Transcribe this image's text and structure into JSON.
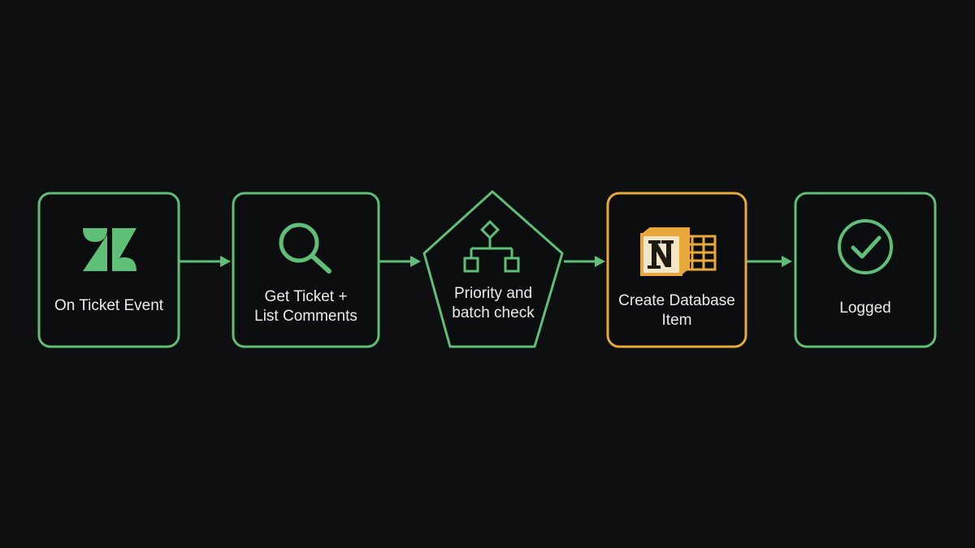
{
  "colors": {
    "background": "#0d0f11",
    "node_fill": "#0b0d0e",
    "green": "#5fbf77",
    "orange": "#e9a83a",
    "text": "#e9ede9",
    "notion_paper": "#f2e6c9",
    "notion_ink": "#1e1a10"
  },
  "nodes": [
    {
      "id": "on-ticket-event",
      "label": "On Ticket Event",
      "icon": "zendesk-logo-icon",
      "shape": "rounded-square",
      "color": "green"
    },
    {
      "id": "get-ticket",
      "label": "Get Ticket +\nList Comments",
      "icon": "search-icon",
      "shape": "rounded-square",
      "color": "green"
    },
    {
      "id": "priority-check",
      "label": "Priority and\nbatch check",
      "icon": "decision-tree-icon",
      "shape": "pentagon",
      "color": "green"
    },
    {
      "id": "create-item",
      "label": "Create Database\nItem",
      "icon": "notion-database-icon",
      "shape": "rounded-square",
      "color": "orange"
    },
    {
      "id": "logged",
      "label": "Logged",
      "icon": "check-circle-icon",
      "shape": "rounded-square",
      "color": "green"
    }
  ],
  "edges": [
    {
      "from": "on-ticket-event",
      "to": "get-ticket"
    },
    {
      "from": "get-ticket",
      "to": "priority-check"
    },
    {
      "from": "priority-check",
      "to": "create-item"
    },
    {
      "from": "create-item",
      "to": "logged"
    }
  ]
}
